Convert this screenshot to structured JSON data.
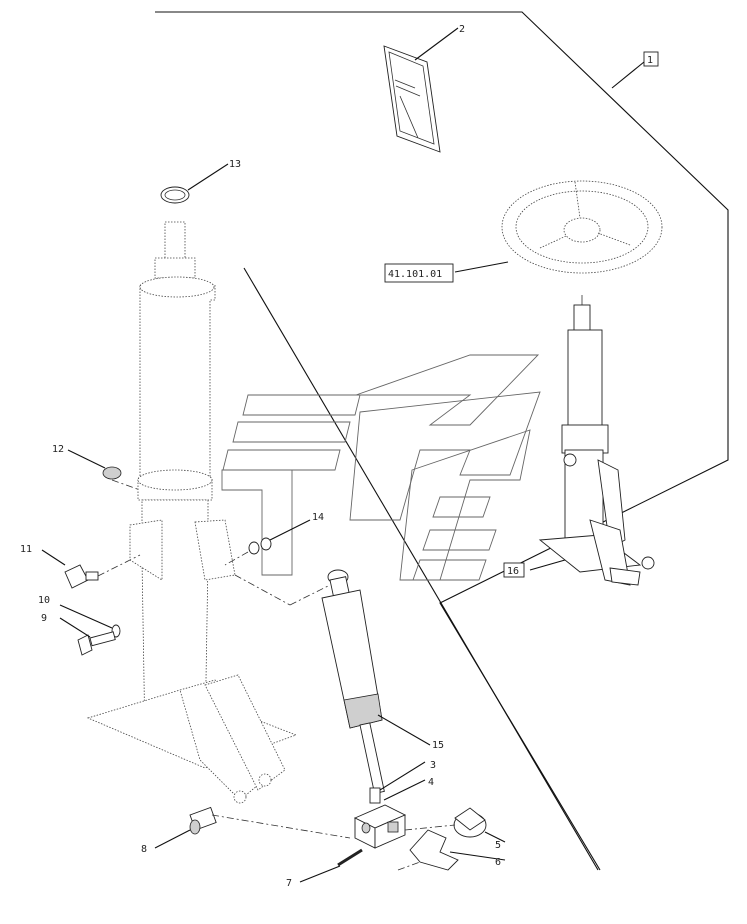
{
  "callouts": {
    "c1": "1",
    "c2": "2",
    "c3": "3",
    "c4": "4",
    "c5": "5",
    "c6": "6",
    "c7": "7",
    "c8": "8",
    "c9": "9",
    "c10": "10",
    "c11": "11",
    "c12": "12",
    "c13": "13",
    "c14": "14",
    "c15": "15",
    "c16": "16",
    "ref": "41.101.01"
  }
}
